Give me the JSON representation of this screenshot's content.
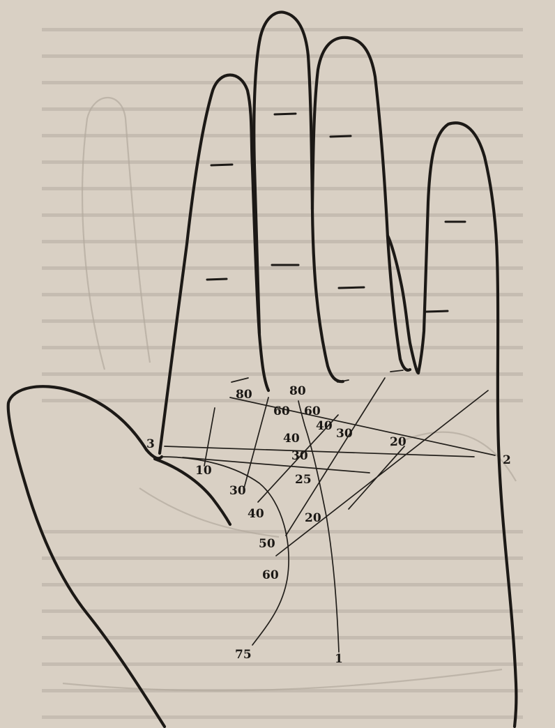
{
  "labels": {
    "life_line_ages": [
      "10",
      "30",
      "40",
      "50",
      "60",
      "75"
    ],
    "fate_line_ages": [
      "1",
      "20",
      "25",
      "30",
      "40",
      "60",
      "80"
    ],
    "head_line_ages": [
      "20",
      "30",
      "40",
      "60",
      "80"
    ],
    "mark_3": "3",
    "mark_2": "2"
  },
  "colors": {
    "paper": "#d9d0c4",
    "ink": "#1c1916"
  }
}
